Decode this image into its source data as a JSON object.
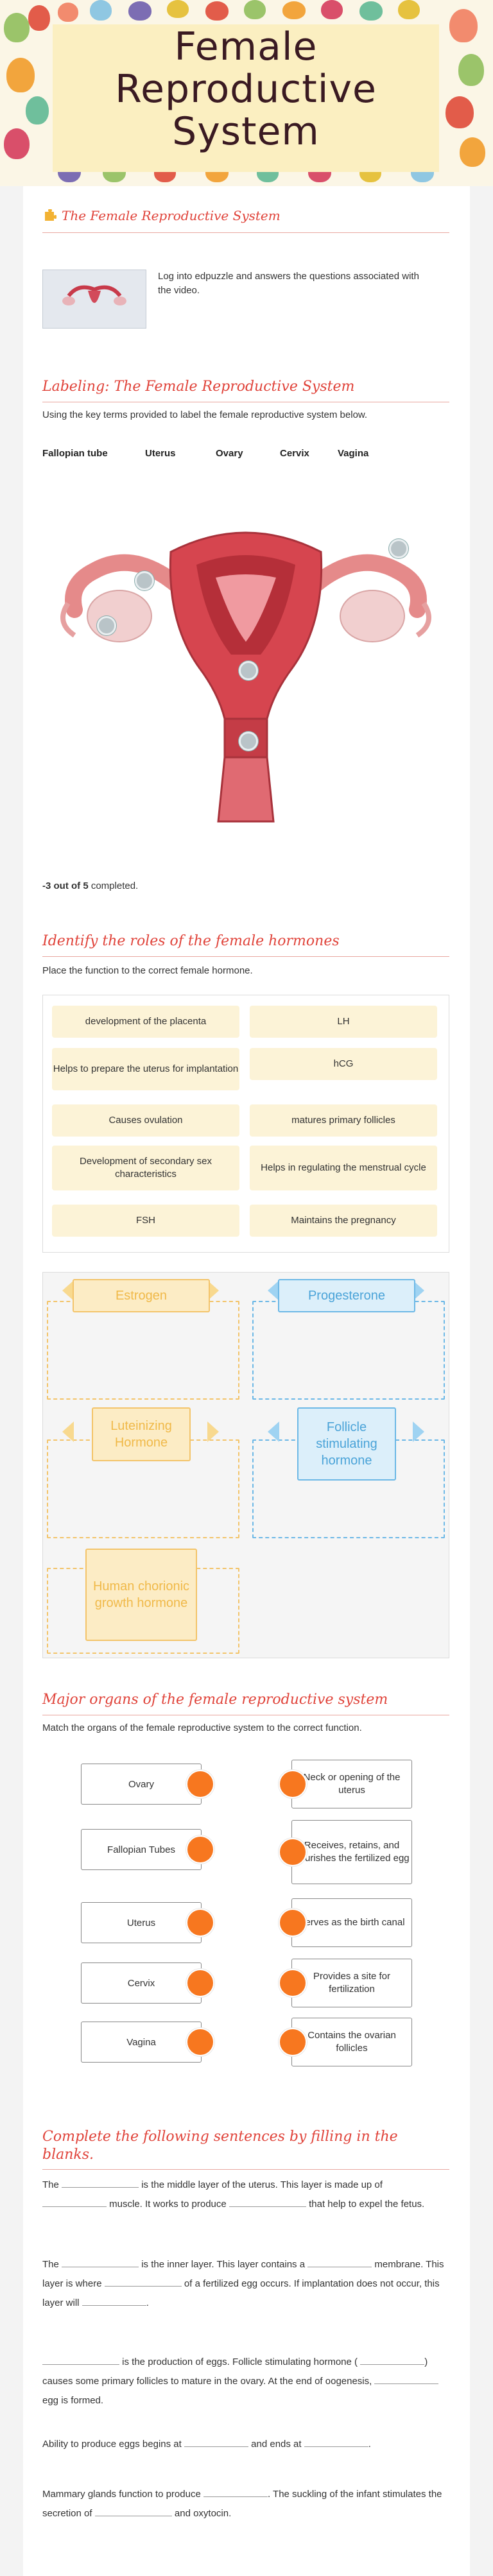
{
  "header": {
    "title_line1": "Female",
    "title_line2": "Reproductive",
    "title_line3": "System"
  },
  "video": {
    "section_title": "The Female Reproductive System",
    "instruction": "Log into edpuzzle and answers the questions associated with the video."
  },
  "labeling": {
    "section_title": "Labeling: The Female Reproductive System",
    "instruction": "Using the key terms provided to label the female reproductive system below.",
    "key_terms": [
      "Fallopian tube",
      "Uterus",
      "Ovary",
      "Cervix",
      "Vagina"
    ],
    "score": "-3 out of 5",
    "score_suffix": " completed."
  },
  "hormones": {
    "section_title": "Identify the roles of the female hormones",
    "instruction": "Place the function to the correct female hormone.",
    "cards_left": [
      "development of the placenta",
      "Helps to prepare the uterus for implantation",
      "Causes ovulation",
      "Development of secondary sex characteristics",
      "FSH"
    ],
    "cards_right": [
      "LH",
      "hCG",
      "matures primary follicles",
      "Helps in regulating the menstrual cycle",
      "Maintains the pregnancy"
    ],
    "zones": [
      "Estrogen",
      "Progesterone",
      "Luteinizing Hormone",
      "Follicle stimulating hormone",
      "Human chorionic growth hormone"
    ]
  },
  "organs": {
    "section_title": "Major organs of the female reproductive system",
    "instruction": "Match the organs of the female reproductive system to the correct function.",
    "left": [
      "Ovary",
      "Fallopian Tubes",
      "Uterus",
      "Cervix",
      "Vagina"
    ],
    "right": [
      "Neck or opening of the uterus",
      "Receives, retains, and nourishes the fertilized egg",
      "Serves as the birth canal",
      "Provides a site for fertilization",
      "Contains the ovarian follicles"
    ]
  },
  "sentences": {
    "section_title": "Complete the following sentences by filling in the blanks.",
    "s1a": "The",
    "s1b": "is the middle layer of the uterus. This layer is made up of",
    "s1c": "muscle. It works to produce",
    "s1d": "that help to expel the fetus.",
    "s2a": "The",
    "s2b": "is the inner layer. This layer contains a",
    "s2c": "membrane. This layer is where",
    "s2d": "of a fertilized egg occurs. If implantation does not occur, this layer will",
    "s2e": ".",
    "s3a": "is the production of eggs. Follicle stimulating hormone (",
    "s3b": ") causes some primary follicles to mature in the ovary. At the end of oogenesis,",
    "s3c": "egg is formed.",
    "s4a": "Ability to produce eggs begins at",
    "s4b": "and ends at",
    "s4c": ".",
    "s5a": "Mammary glands function to produce",
    "s5b": ". The suckling of the infant stimulates the secretion of",
    "s5c": "and oxytocin."
  },
  "colors": {
    "accent_red": "#e0433a",
    "knob_orange": "#f7771f",
    "estrogen": "#f3c46a",
    "progesterone": "#6cb8e6"
  }
}
